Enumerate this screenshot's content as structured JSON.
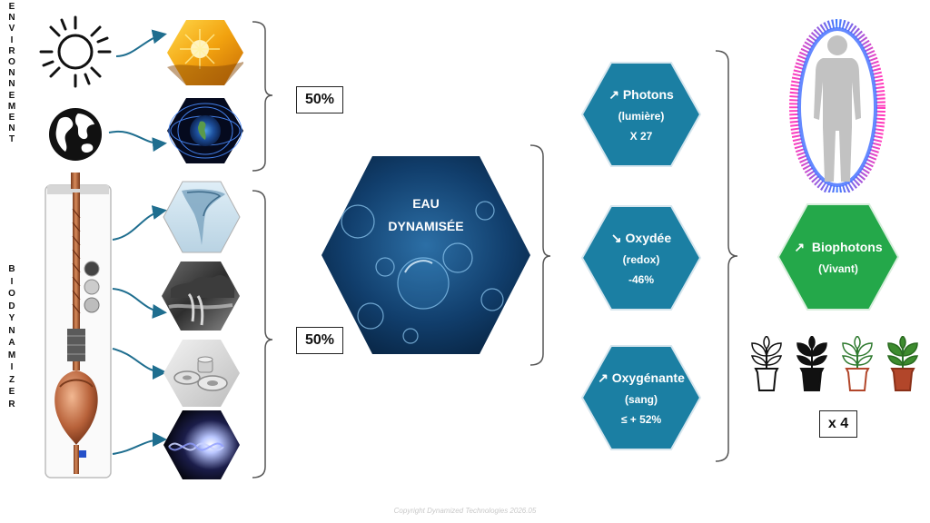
{
  "side_labels": {
    "environnement": [
      "E",
      "N",
      "V",
      "I",
      "R",
      "O",
      "N",
      "N",
      "E",
      "M",
      "E",
      "N",
      "T"
    ],
    "biodynamizer": [
      "B",
      "I",
      "O",
      "D",
      "Y",
      "N",
      "A",
      "M",
      "I",
      "Z",
      "E",
      "R"
    ]
  },
  "percentages": {
    "top": "50%",
    "bottom": "50%"
  },
  "center": {
    "line1": "EAU",
    "line2": "DYNAMISÉE"
  },
  "effects": [
    {
      "arrow": "↗",
      "title": "Photons",
      "sub1": "(lumière)",
      "sub2": "X 27"
    },
    {
      "arrow": "↘",
      "title": "Oxydée",
      "sub1": "(redox)",
      "sub2": "-46%"
    },
    {
      "arrow": "↗",
      "title": "Oxygénante",
      "sub1": "(sang)",
      "sub2": "≤ + 52%"
    }
  ],
  "result": {
    "arrow": "↗",
    "title": "Biophotons",
    "sub": "(Vivant)"
  },
  "multiplier": "x 4",
  "copyright": "Copyright Dynamized Technologies 2026.05",
  "colors": {
    "effect_hex": "#1b7fa3",
    "result_hex": "#24a84a",
    "arrow": "#1f6e8f",
    "bracket": "#555555"
  },
  "icons": [
    "sun-icon",
    "globe-icon",
    "sun-hexagon-image",
    "earth-magnetic-hexagon-image",
    "vortex-hexagon-image",
    "stream-rocks-hexagon-image",
    "magnets-hexagon-image",
    "light-helix-hexagon-image",
    "water-bubbles-hexagon-image",
    "human-aura-icon",
    "plant-icon"
  ]
}
